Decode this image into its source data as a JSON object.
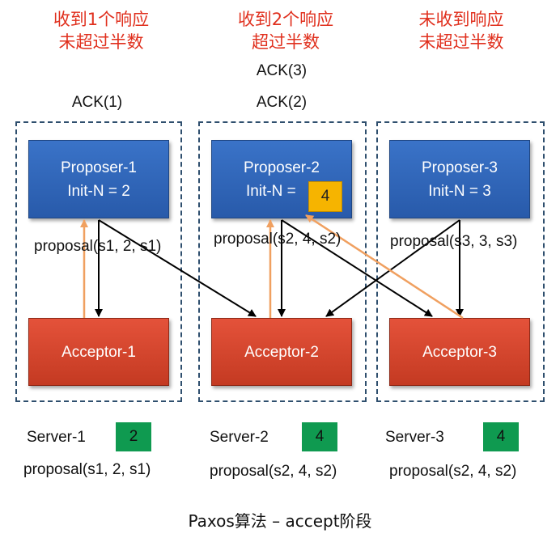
{
  "columns": [
    {
      "status_line1": "收到1个响应",
      "status_line2": "未超过半数",
      "acks": [
        "ACK(1)"
      ],
      "proposer_name": "Proposer-1",
      "proposer_init": "Init-N = 2",
      "proposal": "proposal(s1, 2, s1)",
      "acceptor": "Acceptor-1",
      "server": "Server-1",
      "server_value": "2",
      "server_proposal": "proposal(s1, 2, s1)"
    },
    {
      "status_line1": "收到2个响应",
      "status_line2": "超过半数",
      "acks": [
        "ACK(3)",
        "ACK(2)"
      ],
      "proposer_name": "Proposer-2",
      "proposer_init": "Init-N =",
      "proposer_badge": "4",
      "proposal": "proposal(s2, 4, s2)",
      "acceptor": "Acceptor-2",
      "server": "Server-2",
      "server_value": "4",
      "server_proposal": "proposal(s2, 4, s2)"
    },
    {
      "status_line1": "未收到响应",
      "status_line2": "未超过半数",
      "acks": [],
      "proposer_name": "Proposer-3",
      "proposer_init": "Init-N = 3",
      "proposal": "proposal(s3, 3, s3)",
      "acceptor": "Acceptor-3",
      "server": "Server-3",
      "server_value": "4",
      "server_proposal": "proposal(s2, 4, s2)"
    }
  ],
  "caption": "Paxos算法 – accept阶段",
  "colors": {
    "proposer": "#2e64b8",
    "acceptor": "#d4462e",
    "status_text": "#e0301e",
    "ack_arrow": "#f0a060",
    "proposal_arrow": "#000000",
    "badge_yellow": "#f6b400",
    "badge_green": "#0f9a50",
    "group_border": "#2f4f6e"
  }
}
